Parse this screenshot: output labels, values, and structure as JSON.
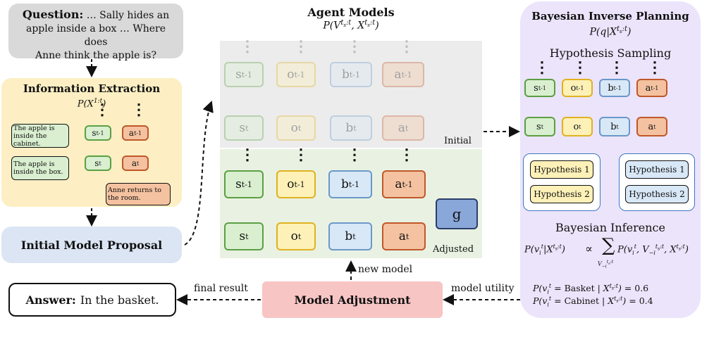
{
  "question": {
    "label": "Question:",
    "text_line1": "… Sally hides an",
    "text_line2": "apple inside a box … Where does",
    "text_line3": "Anne think the apple is?"
  },
  "info_extraction": {
    "title": "Information Extraction",
    "formula": "P(X",
    "formula_sup": "1:t",
    "formula_end": ")",
    "fact1": "The apple is inside the cabinet.",
    "fact2": "The apple is inside the box.",
    "action": "Anne returns to the room.",
    "s_prev": "s",
    "s_prev_sup": "t-1",
    "a_prev": "a",
    "a_prev_sup": "t-1",
    "s_cur": "s",
    "s_cur_sup": "t",
    "a_cur": "a",
    "a_cur_sup": "t"
  },
  "initial_proposal": {
    "title": "Initial Model Proposal"
  },
  "agent_models": {
    "title": "Agent Models",
    "formula": "P(V",
    "formula_sup1": "t",
    "formula_sub1": "s",
    "formula_rest1": ":t",
    "formula_mid": ", X",
    "formula_sup2": "t",
    "formula_sub2": "s",
    "formula_rest2": ":t",
    "formula_end": ")",
    "initial_label": "Initial",
    "adjusted_label": "Adjusted",
    "g_label": "g",
    "nodes_top": [
      "s",
      "o",
      "b",
      "a"
    ],
    "sup_prev": "t-1",
    "sup_cur": "t"
  },
  "model_adjustment": {
    "title": "Model Adjustment",
    "new_model": "new model",
    "final_result": "final result",
    "model_utility": "model utility"
  },
  "answer": {
    "label": "Answer:",
    "text": "In the basket."
  },
  "bip": {
    "title": "Bayesian Inverse Planning",
    "formula": "P(q|X",
    "formula_sup": "t",
    "formula_sub": "s",
    "formula_rest": ":t",
    "formula_end": ")",
    "sampling_title": "Hypothesis Sampling",
    "hyp1": "Hypothesis 1",
    "hyp2": "Hypothesis 2",
    "inference_title": "Bayesian Inference",
    "prob1_label": "Basket",
    "prob1_value": "0.6",
    "prob2_label": "Cabinet",
    "prob2_value": "0.4"
  },
  "colors": {
    "question_bg": "#d9d9d9",
    "info_bg": "#fdefc3",
    "proposal_bg": "#dbe5f3",
    "adjust_bg": "#f8c5c5",
    "bip_bg": "#ece4fb",
    "initial_panel": "#ececec",
    "adjusted_panel": "#e9f2e2"
  }
}
